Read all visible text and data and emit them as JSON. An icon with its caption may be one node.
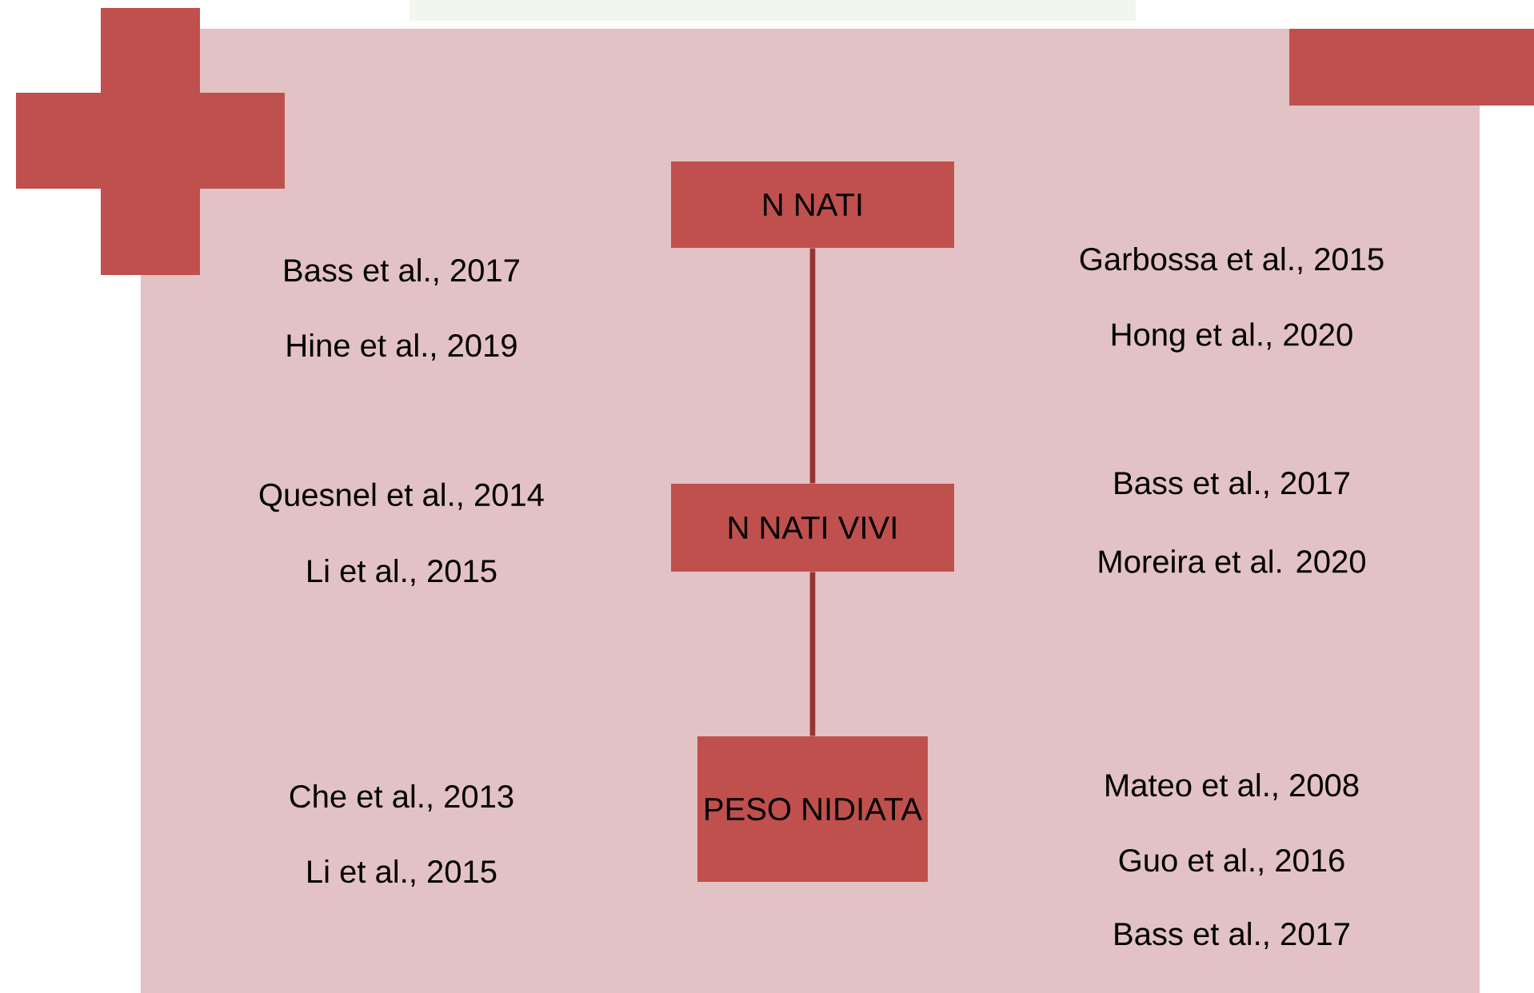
{
  "diagram": {
    "nodes": [
      {
        "text": [
          "N NATI"
        ]
      },
      {
        "text": [
          "N NATI VIVI"
        ]
      },
      {
        "text": [
          "PESO NIDIATA"
        ]
      }
    ],
    "edges": [
      {
        "from": 0,
        "to": 1,
        "arrow": "none"
      },
      {
        "from": 1,
        "to": 2,
        "arrow": "none"
      }
    ],
    "labels": [
      "Bass et al., 2017",
      "Garbossa et al., 2015",
      "Hine et al., 2019",
      "Hong et al., 2020",
      "Quesnel et al., 2014",
      "Bass et al., 2017",
      "Li et al., 2015",
      "Moreira et al. 2020",
      "Che et al., 2013",
      "Mateo et al., 2008",
      "Li et al., 2015",
      "Guo et al., 2016",
      "Bass et al., 2017"
    ]
  }
}
